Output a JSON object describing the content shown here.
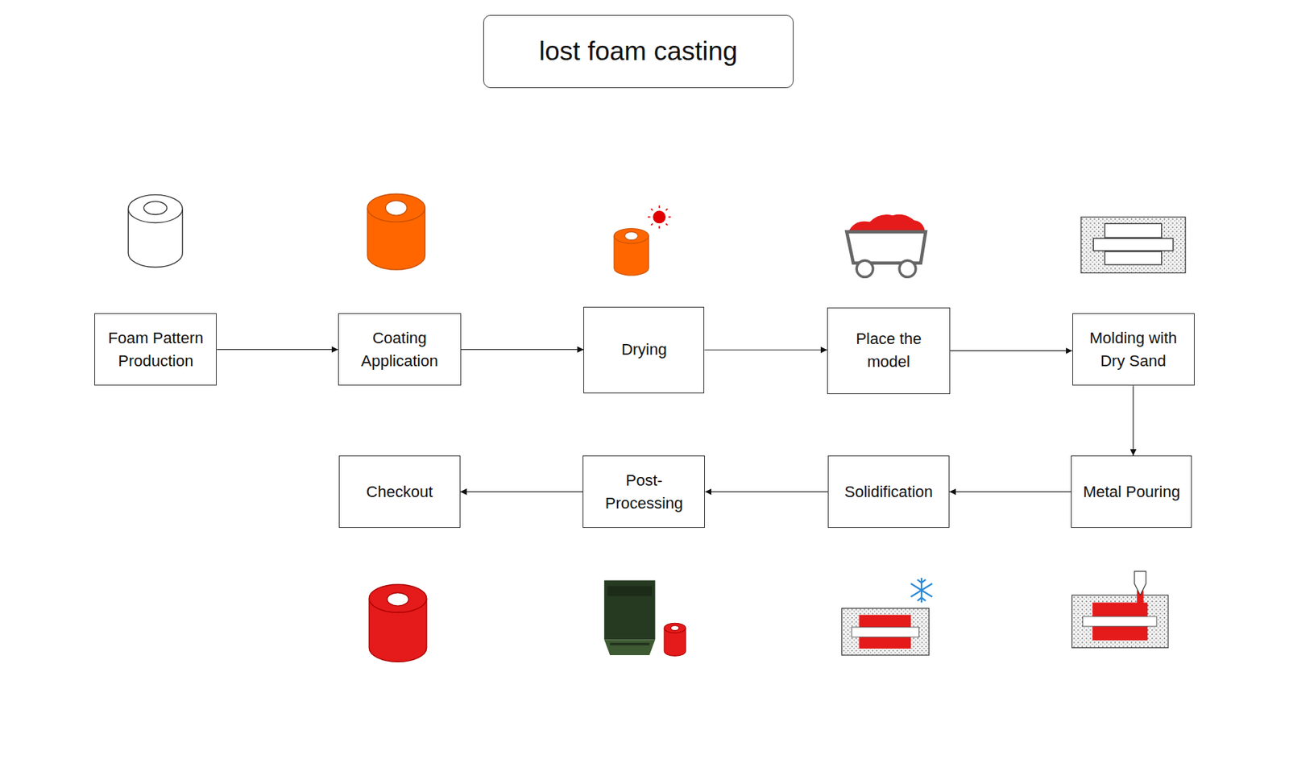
{
  "diagram": {
    "title": "lost foam casting",
    "nodes": [
      {
        "text": [
          "Foam Pattern Production"
        ]
      },
      {
        "text": [
          "Coating Application"
        ]
      },
      {
        "text": [
          "Drying"
        ]
      },
      {
        "text": [
          "Place the model"
        ]
      },
      {
        "text": [
          "Molding with Dry Sand"
        ]
      },
      {
        "text": [
          "Metal Pouring"
        ]
      },
      {
        "text": [
          "Solidification"
        ]
      },
      {
        "text": [
          "Post-Processing"
        ]
      },
      {
        "text": [
          "Checkout"
        ]
      }
    ],
    "edges": [
      {
        "from": 0,
        "to": 1,
        "arrow": "to"
      },
      {
        "from": 1,
        "to": 2,
        "arrow": "to"
      },
      {
        "from": 2,
        "to": 3,
        "arrow": "to"
      },
      {
        "from": 3,
        "to": 4,
        "arrow": "to"
      },
      {
        "from": 4,
        "to": 5,
        "arrow": "to"
      },
      {
        "from": 5,
        "to": 6,
        "arrow": "to"
      },
      {
        "from": 6,
        "to": 7,
        "arrow": "to"
      },
      {
        "from": 7,
        "to": 8,
        "arrow": "to"
      }
    ]
  }
}
